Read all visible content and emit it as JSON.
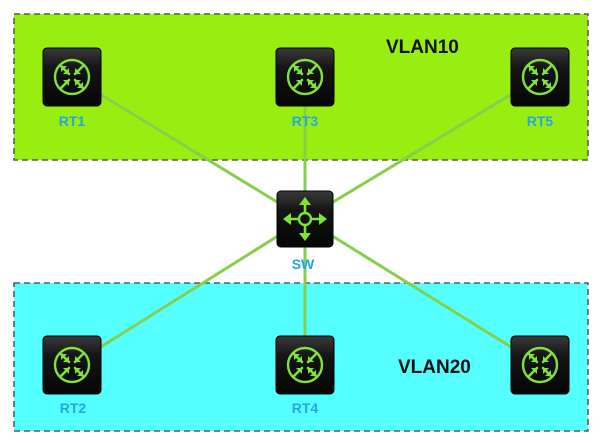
{
  "colors": {
    "vlan10_fill": "#99ee11",
    "vlan20_fill": "#55ffff",
    "zone_border": "#5a5a5a",
    "link": "#86cf4c",
    "device_body": "#111111",
    "device_glyph": "#7fe33a",
    "device_label": "#23a6e6"
  },
  "zones": {
    "vlan10": {
      "label": "VLAN10"
    },
    "vlan20": {
      "label": "VLAN20"
    }
  },
  "devices": {
    "rt1": {
      "label": "RT1",
      "type": "router",
      "icon": "router-icon"
    },
    "rt3": {
      "label": "RT3",
      "type": "router",
      "icon": "router-icon"
    },
    "rt5": {
      "label": "RT5",
      "type": "router",
      "icon": "router-icon"
    },
    "sw": {
      "label": "SW",
      "type": "switch",
      "icon": "switch-icon"
    },
    "rt2": {
      "label": "RT2",
      "type": "router",
      "icon": "router-icon"
    },
    "rt4": {
      "label": "RT4",
      "type": "router",
      "icon": "router-icon"
    },
    "rt6": {
      "label": "",
      "type": "router",
      "icon": "router-icon"
    }
  },
  "links": [
    {
      "from": "sw",
      "to": "rt1"
    },
    {
      "from": "sw",
      "to": "rt3"
    },
    {
      "from": "sw",
      "to": "rt5"
    },
    {
      "from": "sw",
      "to": "rt2"
    },
    {
      "from": "sw",
      "to": "rt4"
    },
    {
      "from": "sw",
      "to": "rt6"
    }
  ]
}
